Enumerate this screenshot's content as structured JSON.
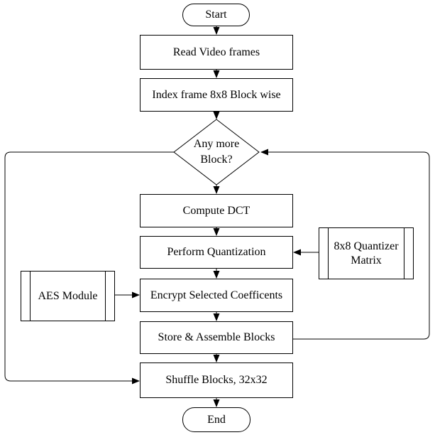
{
  "diagram": {
    "type": "flowchart",
    "title": "Video frame block encryption flowchart",
    "colors": {
      "stroke": "#000000",
      "fill": "#ffffff",
      "text": "#000000"
    },
    "nodes": [
      {
        "id": "start",
        "type": "terminator",
        "label": "Start"
      },
      {
        "id": "read",
        "type": "process",
        "label": "Read Video frames"
      },
      {
        "id": "index",
        "type": "process",
        "label": "Index frame 8x8 Block wise"
      },
      {
        "id": "anymore",
        "type": "decision",
        "label": "Any more Block?"
      },
      {
        "id": "dct",
        "type": "process",
        "label": "Compute DCT"
      },
      {
        "id": "quant",
        "type": "process",
        "label": "Perform Quantization"
      },
      {
        "id": "qmatrix",
        "type": "predefined-process",
        "label": "8x8 Quantizer Matrix"
      },
      {
        "id": "aes",
        "type": "predefined-process",
        "label": "AES Module"
      },
      {
        "id": "encrypt",
        "type": "process",
        "label": "Encrypt Selected Coefficents"
      },
      {
        "id": "store",
        "type": "process",
        "label": "Store & Assemble Blocks"
      },
      {
        "id": "shuffle",
        "type": "process",
        "label": "Shuffle Blocks, 32x32"
      },
      {
        "id": "end",
        "type": "terminator",
        "label": "End"
      }
    ],
    "edges": [
      {
        "from": "start",
        "to": "read"
      },
      {
        "from": "read",
        "to": "index"
      },
      {
        "from": "index",
        "to": "anymore"
      },
      {
        "from": "anymore",
        "to": "dct"
      },
      {
        "from": "dct",
        "to": "quant"
      },
      {
        "from": "quant",
        "to": "encrypt"
      },
      {
        "from": "encrypt",
        "to": "store"
      },
      {
        "from": "store",
        "to": "shuffle"
      },
      {
        "from": "shuffle",
        "to": "end"
      },
      {
        "from": "qmatrix",
        "to": "quant"
      },
      {
        "from": "aes",
        "to": "encrypt"
      },
      {
        "from": "anymore",
        "to": "shuffle",
        "route": "left-loop"
      },
      {
        "from": "store",
        "to": "anymore",
        "route": "right-loop"
      }
    ]
  }
}
